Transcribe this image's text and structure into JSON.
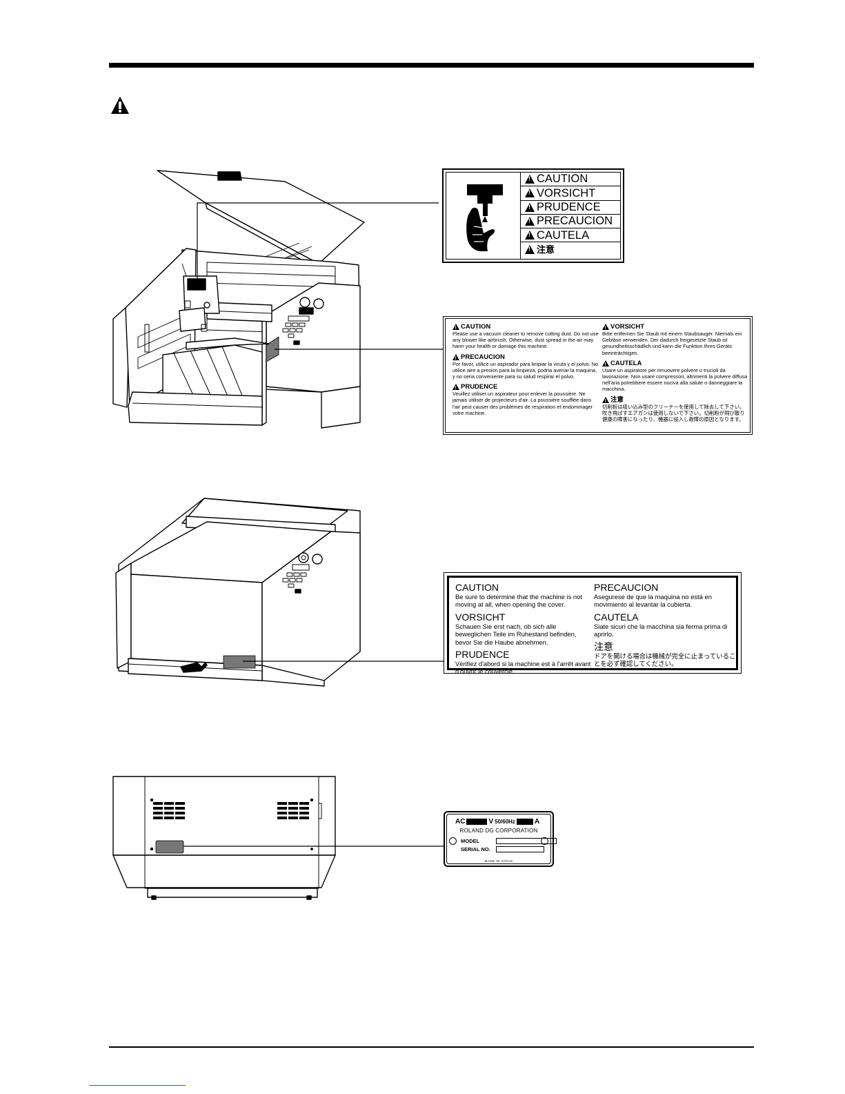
{
  "label_cutting": {
    "items": [
      "CAUTION",
      "VORSICHT",
      "PRUDENCE",
      "PRECAUCION",
      "CAUTELA",
      "注意"
    ]
  },
  "label_dust": {
    "blocks": [
      {
        "head": "CAUTION",
        "body": "Please use a vacuum cleaner to remove cutting dust. Do not use any blower like airbrush. Otherwise, dust spread in the air may harm your health or damage this machine."
      },
      {
        "head": "PRECAUCION",
        "body": "Por favor, utilice un aspirador para limpiar la viruta y el polvo. No utilice aire a presion para la limpieza, podria averiar la maquina, y no seria conveniente para su salud respirar el polvo."
      },
      {
        "head": "PRUDENCE",
        "body": "Veuillez utiliser un aspirateur pour enlever la poussière. Ne jamais utiliser de projecteurs d'air. La poussière soufflée dans l'air peut causer des problèmes de respiration et endommager votre machine."
      },
      {
        "head": "VORSICHT",
        "body": "Bitte entfernen Sie Staub mit einem Staubsauger. Niemals ein Gebläse verwenden. Der dadurch freigesetzte Staub ist gesundheitsschädlich und kann die Funktion Ihres Geräts beeinträchtigen."
      },
      {
        "head": "CAUTELA",
        "body": "Usare un aspiratore per rimuovere polvere o trucioli da lavorazione. Non usare compressori, altrimenti la polvere diffusa nell'aria potrebbere essere nociva alla salute o danneggiare la macchina."
      },
      {
        "head": "注意",
        "body": "切削粉は吸い込み型のクリーナーを使用して除去して下さい。吹き飛ばすエアガンは使用しないで下さい。切削粉が飛び散り健康の障害になったり、機器に侵入し故障の原因となります。"
      }
    ]
  },
  "label_cover": {
    "blocks": [
      {
        "head": "CAUTION",
        "body": "Be sure to determine that the machine is not moving at all, when opening the cover."
      },
      {
        "head": "VORSICHT",
        "body": "Schauen Sie erst nach, ob sich alle beweglichen Teile im Ruhestand befinden, bevor Sie die Haube abnehmen."
      },
      {
        "head": "PRUDENCE",
        "body": "Vérifiez d'abord si la machine est à l'arrêt avant d'ouvrir le couvercle."
      },
      {
        "head": "PRECAUCION",
        "body": "Asegurese de que la maquina no está en movimiento al levantar la cubierta."
      },
      {
        "head": "CAUTELA",
        "body": "Siate sicuri che la macchina sia ferma prima di aprirlo."
      },
      {
        "head": "注意",
        "body": "ドアを開ける場合は機械が完全に止まっていることを必ず確認してください。"
      }
    ]
  },
  "rating_plate": {
    "ac": "AC",
    "volt": "V",
    "hz": "50/60Hz",
    "amp": "A",
    "corporation": "ROLAND DG CORPORATION",
    "model": "MODEL",
    "serial": "SERIAL NO.",
    "made_in": "MADE IN JAPAN"
  }
}
